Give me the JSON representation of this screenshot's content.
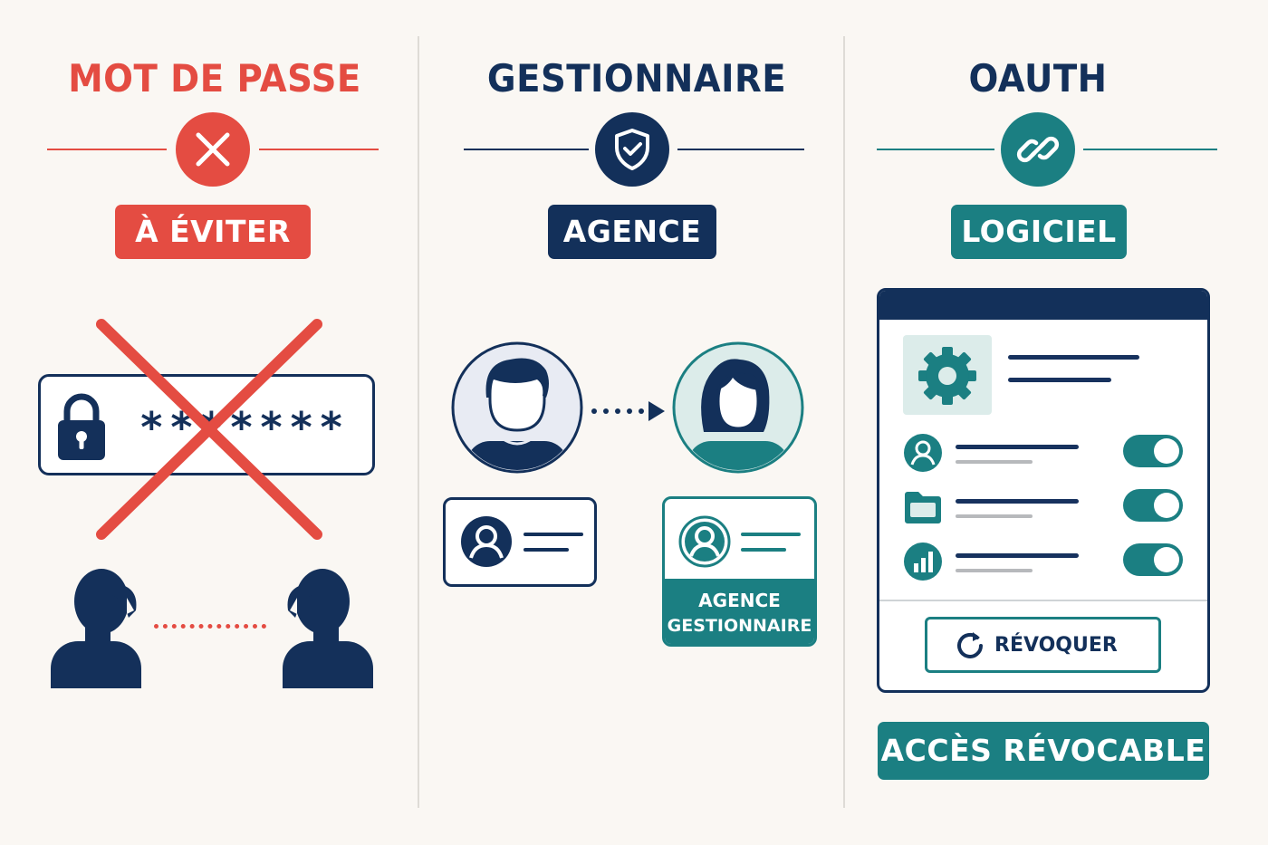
{
  "columns": [
    {
      "title": "MOT DE PASSE",
      "badge": "À ÉVITER",
      "password_mask": "*******",
      "color": "#e44c42"
    },
    {
      "title": "GESTIONNAIRE",
      "badge": "AGENCE",
      "agency_card_label_line1": "AGENCE",
      "agency_card_label_line2": "GESTIONNAIRE",
      "color": "#13305a"
    },
    {
      "title": "OAUTH",
      "badge": "LOGICIEL",
      "revoke_button": "RÉVOQUER",
      "footer_badge": "ACCÈS RÉVOCABLE",
      "color": "#1b7f82"
    }
  ],
  "icons": [
    "close-icon",
    "shield-check-icon",
    "link-icon",
    "lock-icon",
    "gear-icon",
    "user-icon",
    "folder-icon",
    "chart-icon",
    "refresh-icon"
  ],
  "permissions": [
    {
      "icon": "user-icon",
      "enabled": true
    },
    {
      "icon": "folder-icon",
      "enabled": true
    },
    {
      "icon": "chart-icon",
      "enabled": true
    }
  ]
}
